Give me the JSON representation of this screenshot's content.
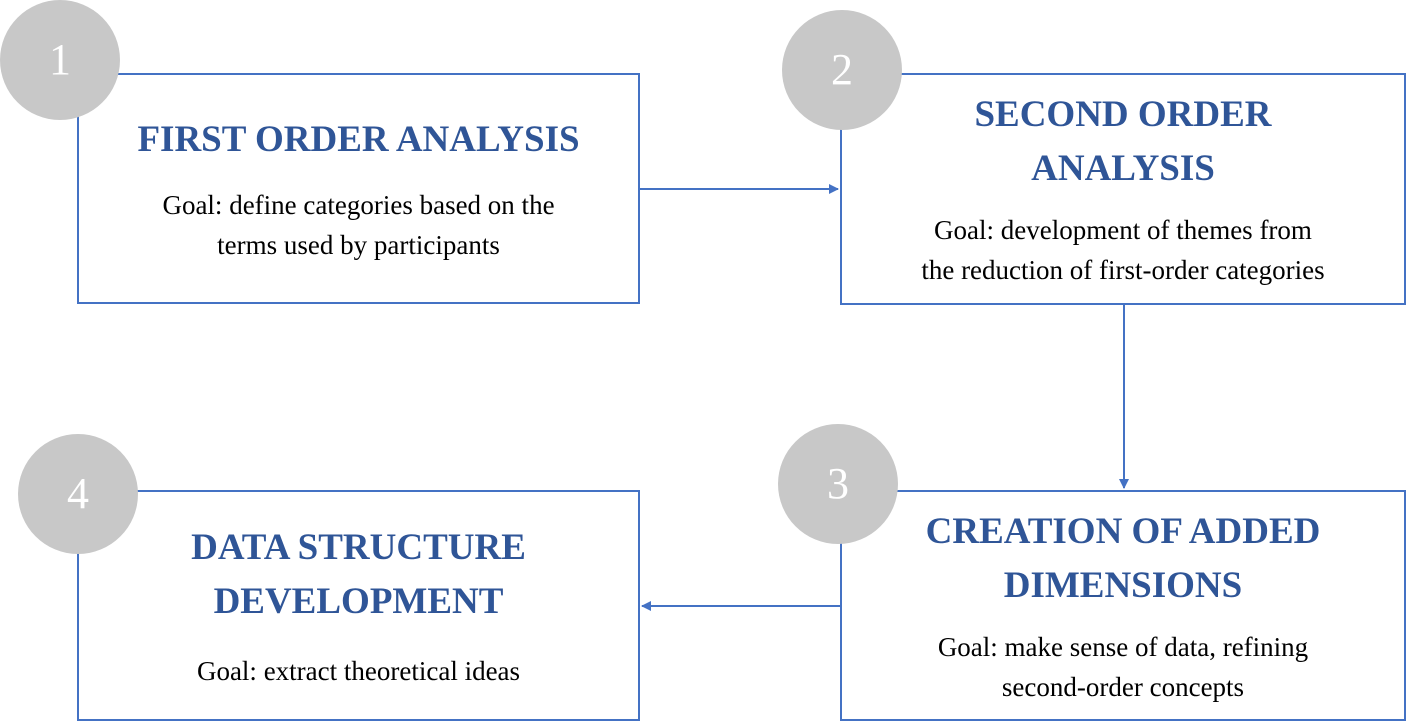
{
  "colors": {
    "box_border": "#4472c4",
    "title_text": "#2f5597",
    "badge_fill": "#c8c8c8",
    "arrow": "#4472c4"
  },
  "steps": [
    {
      "number": "1",
      "title": "FIRST  ORDER ANALYSIS",
      "goal": "Goal:  define categories based on the\nterms used by participants"
    },
    {
      "number": "2",
      "title": "SECOND ORDER\nANALYSIS",
      "goal": "Goal:  development of themes from\nthe reduction of first-order categories"
    },
    {
      "number": "3",
      "title": "CREATION  OF ADDED\nDIMENSIONS",
      "goal": "Goal:  make sense of data, refining\nsecond-order concepts"
    },
    {
      "number": "4",
      "title": "DATA  STRUCTURE\nDEVELOPMENT",
      "goal": "Goal:  extract theoretical ideas"
    }
  ],
  "flow": [
    {
      "from": "1",
      "to": "2"
    },
    {
      "from": "2",
      "to": "3"
    },
    {
      "from": "3",
      "to": "4"
    }
  ]
}
